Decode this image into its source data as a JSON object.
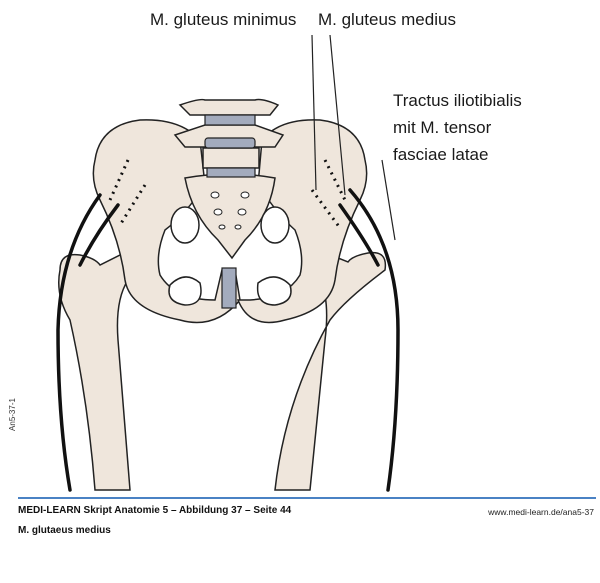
{
  "labels": {
    "gluteus_minimus": "M. gluteus minimus",
    "gluteus_medius": "M. gluteus medius",
    "tractus": [
      "Tractus iliotibialis",
      "mit M. tensor",
      "fasciae latae"
    ]
  },
  "figure_code": "An5-37-1",
  "caption": {
    "title": "MEDI-LEARN Skript Anatomie 5 – Abbildung 37 – Seite 44",
    "subtitle": "M. glutaeus medius",
    "url": "www.medi-learn.de/ana5-37"
  },
  "colors": {
    "bone": "#efe6dc",
    "disc": "#a3abbd",
    "rule": "#4a82c4",
    "line": "#1a1a1a"
  }
}
